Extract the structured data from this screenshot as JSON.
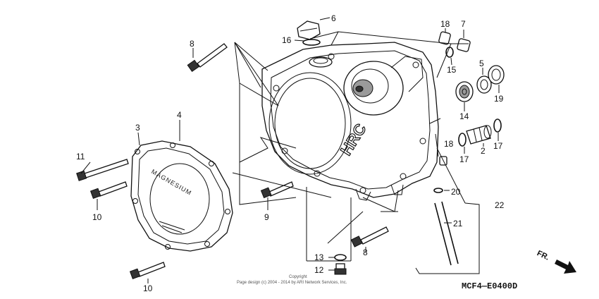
{
  "callouts": {
    "c1": "6",
    "c2": "16",
    "c3": "8",
    "c4": "18",
    "c5": "7",
    "c6": "15",
    "c7": "5",
    "c8": "14",
    "c9": "19",
    "c10": "3",
    "c11": "4",
    "c12": "11",
    "c13": "10",
    "c14": "18",
    "c15": "2",
    "c16": "17",
    "c17": "17",
    "c18": "20",
    "c19": "22",
    "c20": "9",
    "c21": "21",
    "c22": "8",
    "c23": "13",
    "c24": "12",
    "c25": "10"
  },
  "embossing": {
    "cover": "MAGNESIUM",
    "case": "HRC"
  },
  "diagram_code": "MCF4—E0400D",
  "front_arrow": "FR.",
  "copyright": {
    "line1": "Copyright",
    "line2": "Page design (c) 2004 - 2014 by ARI Network Services, Inc."
  }
}
